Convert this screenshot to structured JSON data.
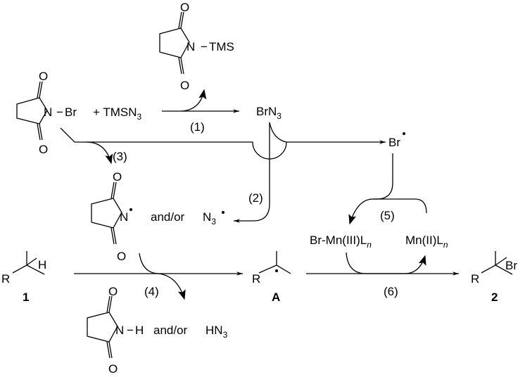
{
  "diagram": {
    "type": "reaction-mechanism",
    "molecules": {
      "nbs": {
        "atoms": [
          "O",
          "N",
          "O"
        ],
        "substituent": "Br"
      },
      "tmsn3": {
        "label": "+ TMSN",
        "subscript": "3"
      },
      "n_tms_succinimide": {
        "atoms": [
          "O",
          "N",
          "O"
        ],
        "substituent": "TMS"
      },
      "brn3": {
        "label": "BrN",
        "subscript": "3"
      },
      "br_radical": {
        "label": "Br"
      },
      "succinimidyl_radical": {
        "atoms": [
          "O",
          "N",
          "O"
        ],
        "conjunction": "and/or",
        "alt_label": "N",
        "alt_subscript": "3"
      },
      "substrate": {
        "r": "R",
        "h": "H",
        "number": "1"
      },
      "radical_a": {
        "r": "R",
        "label": "A"
      },
      "product": {
        "r": "R",
        "br": "Br",
        "number": "2"
      },
      "succinimide": {
        "atoms": [
          "O",
          "N",
          "O"
        ],
        "substituent": "H",
        "conjunction": "and/or",
        "alt_label": "HN",
        "alt_subscript": "3"
      },
      "mn3": {
        "label": "Br-Mn(III)L",
        "subscript": "n"
      },
      "mn2": {
        "label": "Mn(II)L",
        "subscript": "n"
      }
    },
    "steps": [
      {
        "id": "step-1",
        "label": "(1)"
      },
      {
        "id": "step-2",
        "label": "(2)"
      },
      {
        "id": "step-3",
        "label": "(3)"
      },
      {
        "id": "step-4",
        "label": "(4)"
      },
      {
        "id": "step-5",
        "label": "(5)"
      },
      {
        "id": "step-6",
        "label": "(6)"
      }
    ],
    "bond_dash": "−"
  }
}
